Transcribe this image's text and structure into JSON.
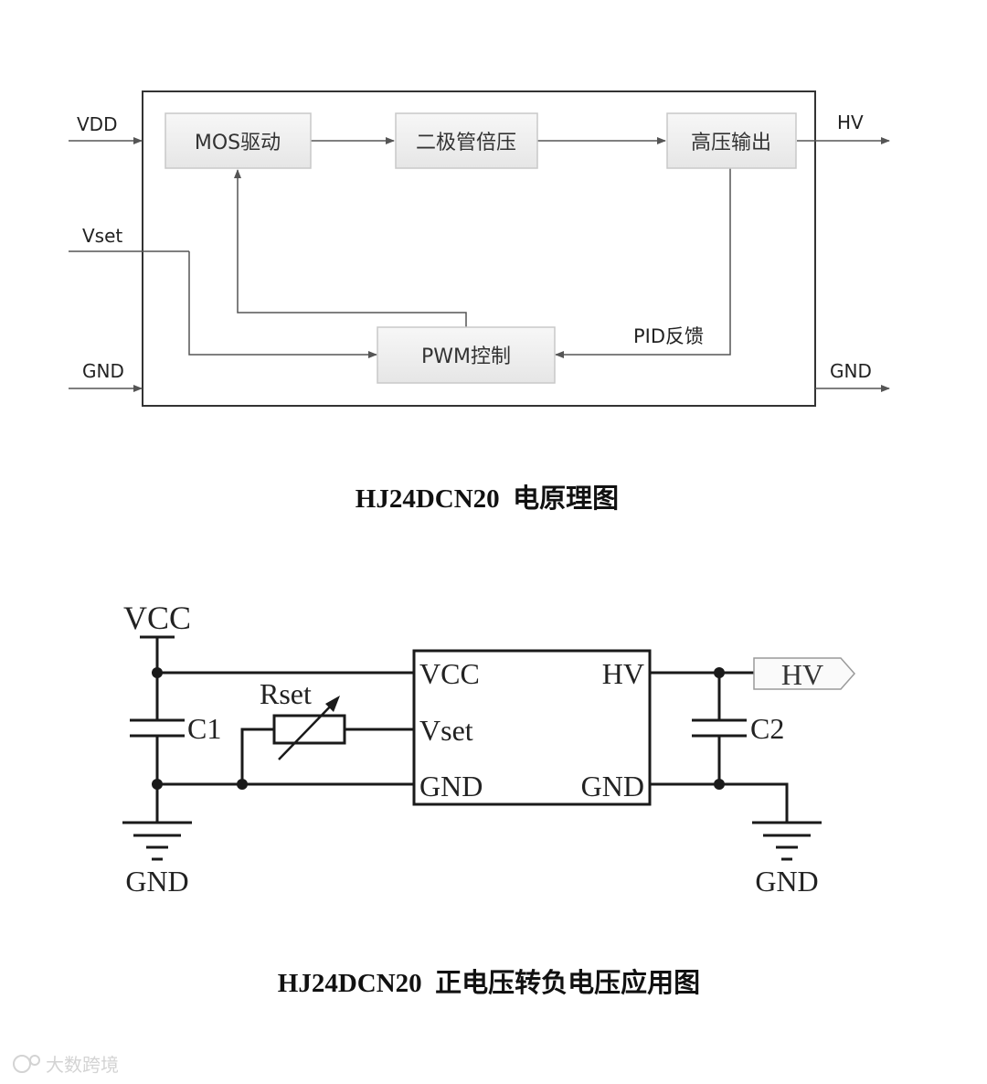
{
  "block_diagram": {
    "inputs": {
      "vdd": "VDD",
      "vset": "Vset",
      "gnd_in": "GND"
    },
    "outputs": {
      "hv": "HV",
      "gnd_out": "GND"
    },
    "blocks": {
      "mos": "MOS驱动",
      "diode": "二极管倍压",
      "hv_out": "高压输出",
      "pwm": "PWM控制"
    },
    "feedback_label": "PID反馈",
    "caption": "HJ24DCN20  电原理图"
  },
  "schematic": {
    "vcc_label": "VCC",
    "c1_label": "C1",
    "c2_label": "C2",
    "rset_label": "Rset",
    "gnd_left": "GND",
    "gnd_right": "GND",
    "hv_port": "HV",
    "chip": {
      "vcc": "VCC",
      "vset": "Vset",
      "gnd_left": "GND",
      "hv": "HV",
      "gnd_right": "GND"
    },
    "caption": "HJ24DCN20  正电压转负电压应用图"
  },
  "watermark": "大数跨境"
}
